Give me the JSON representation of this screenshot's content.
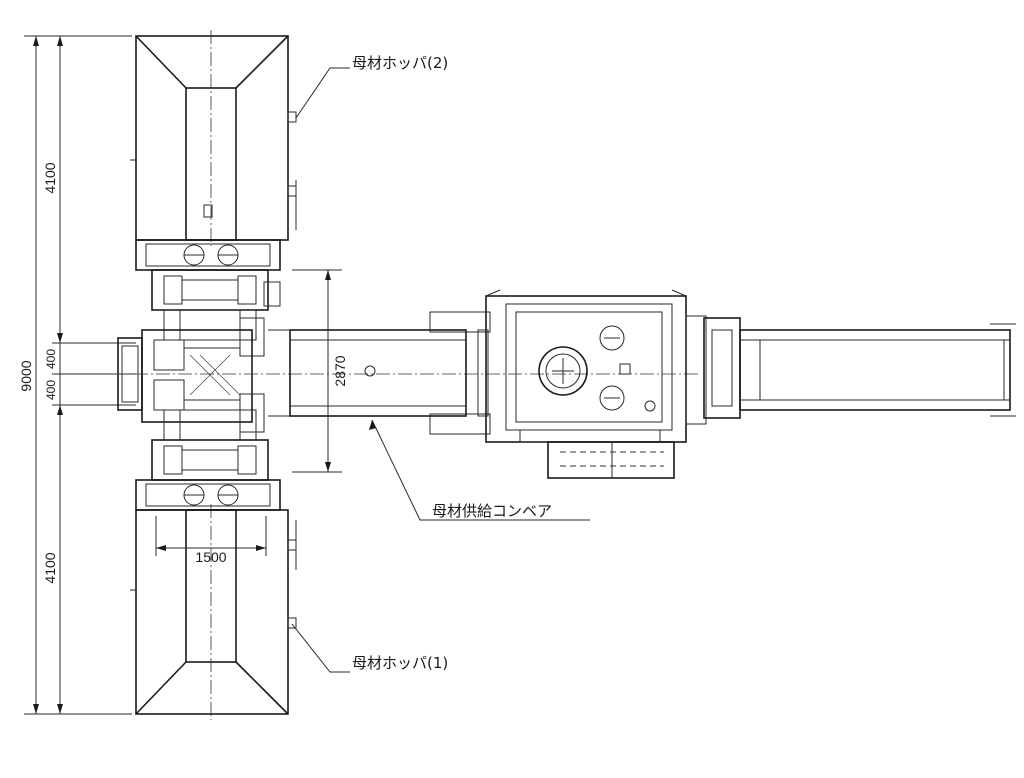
{
  "labels": {
    "hopper_2": "母材ホッパ(2)",
    "hopper_1": "母材ホッパ(1)",
    "conveyor": "母材供給コンベア"
  },
  "dimensions": {
    "total_height": "9000",
    "hopper_2_height": "4100",
    "hopper_1_height": "4100",
    "gap_upper": "400",
    "gap_lower": "400",
    "center_span": "2870",
    "hopper_width": "1500"
  }
}
